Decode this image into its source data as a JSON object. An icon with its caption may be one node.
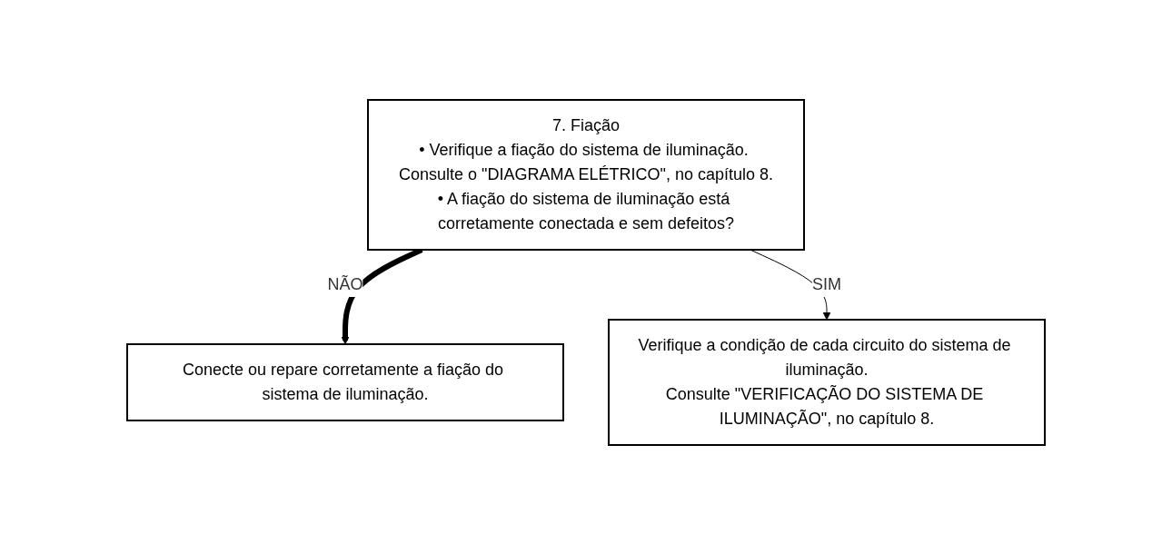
{
  "diagram": {
    "nodes": [
      {
        "text": [
          "7. Fiação",
          "• Verifique a fiação do sistema de iluminação. Consulte o \"DIAGRAMA ELÉTRICO\", no capítulo 8.",
          "• A fiação do sistema de iluminação está corretamente conectada e sem defeitos?"
        ]
      },
      {
        "text": [
          "Conecte ou repare corretamente a fiação do sistema de iluminação."
        ]
      },
      {
        "text": [
          "Verifique a condição de cada circuito do sistema de iluminação.",
          "Consulte \"VERIFICAÇÃO DO SISTEMA DE ILUMINAÇÃO\", no capítulo 8."
        ]
      }
    ],
    "edges": [
      {
        "from": 0,
        "to": 1,
        "arrow": "to",
        "label": "NÃO",
        "style": "thick"
      },
      {
        "from": 0,
        "to": 2,
        "arrow": "to",
        "label": "SIM"
      }
    ]
  }
}
